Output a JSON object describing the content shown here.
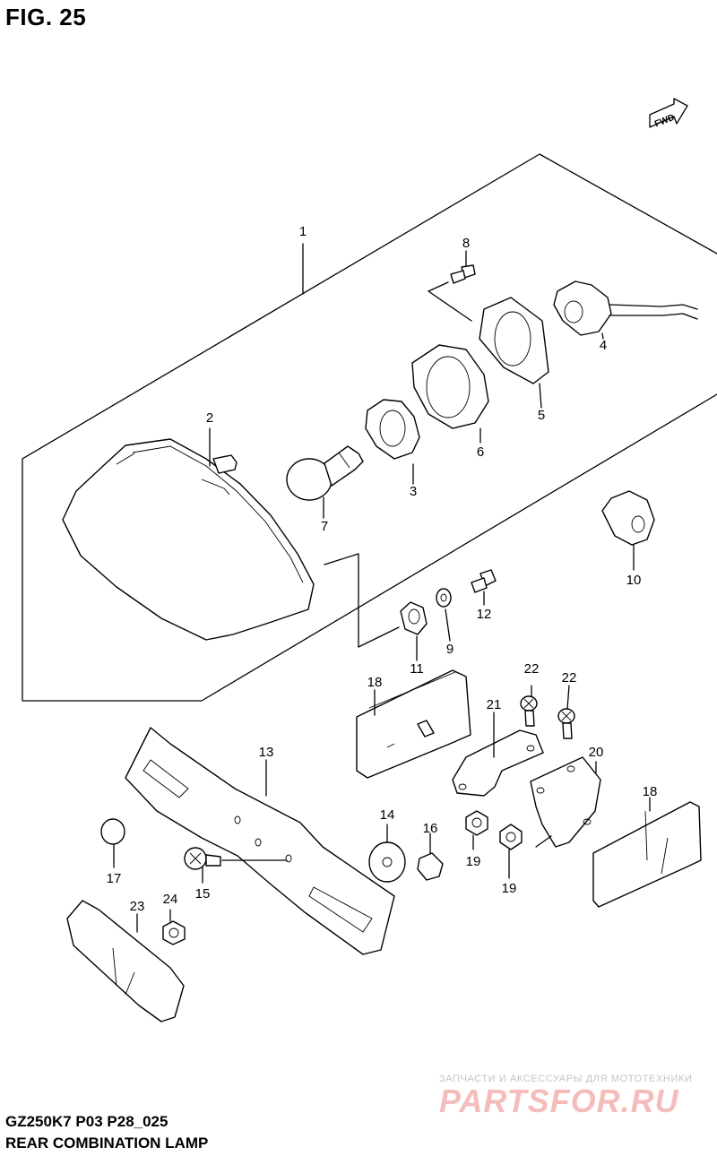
{
  "figure": {
    "title": "FIG. 25"
  },
  "footer": {
    "model_code": "GZ250K7 P03 P28_025",
    "section_name": "REAR COMBINATION LAMP"
  },
  "watermark": {
    "subtitle": "ЗАПЧАСТИ И АКСЕССУАРЫ ДЛЯ МОТОТЕХНИКИ",
    "brand": "PARTSFOR.RU"
  },
  "direction_marker": {
    "label": "FWD",
    "icon": "forward-arrow-icon"
  },
  "callouts": [
    {
      "id": "c1",
      "label": "1"
    },
    {
      "id": "c2",
      "label": "2"
    },
    {
      "id": "c3",
      "label": "3"
    },
    {
      "id": "c4",
      "label": "4"
    },
    {
      "id": "c5",
      "label": "5"
    },
    {
      "id": "c6",
      "label": "6"
    },
    {
      "id": "c7",
      "label": "7"
    },
    {
      "id": "c8",
      "label": "8"
    },
    {
      "id": "c9",
      "label": "9"
    },
    {
      "id": "c10",
      "label": "10"
    },
    {
      "id": "c11",
      "label": "11"
    },
    {
      "id": "c12",
      "label": "12"
    },
    {
      "id": "c13",
      "label": "13"
    },
    {
      "id": "c14",
      "label": "14"
    },
    {
      "id": "c15",
      "label": "15"
    },
    {
      "id": "c16",
      "label": "16"
    },
    {
      "id": "c17",
      "label": "17"
    },
    {
      "id": "c18a",
      "label": "18"
    },
    {
      "id": "c18b",
      "label": "18"
    },
    {
      "id": "c19a",
      "label": "19"
    },
    {
      "id": "c19b",
      "label": "19"
    },
    {
      "id": "c20",
      "label": "20"
    },
    {
      "id": "c21",
      "label": "21"
    },
    {
      "id": "c22a",
      "label": "22"
    },
    {
      "id": "c22b",
      "label": "22"
    },
    {
      "id": "c23",
      "label": "23"
    },
    {
      "id": "c24",
      "label": "24"
    }
  ],
  "colors": {
    "line": "#000000",
    "watermark_brand": "#f5bcbc",
    "watermark_sub": "#c4c4c4"
  }
}
